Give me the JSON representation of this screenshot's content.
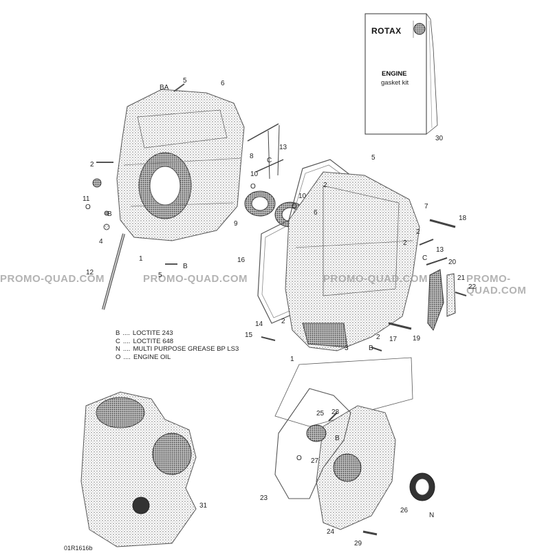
{
  "diagram": {
    "reference_code": "01R1616b",
    "watermark_text": "PROMO-QUAD.COM",
    "kit": {
      "brand": "ROTAX",
      "title": "ENGINE",
      "subtitle": "gasket kit",
      "part_number": "30"
    },
    "legend": [
      {
        "code": "B",
        "text": "LOCTITE 243"
      },
      {
        "code": "C",
        "text": "LOCTITE 648"
      },
      {
        "code": "N",
        "text": "MULTI PURPOSE GREASE BP LS3"
      },
      {
        "code": "O",
        "text": "ENGINE OIL"
      }
    ],
    "callouts": [
      {
        "id": "c1",
        "text": "BA"
      },
      {
        "id": "c2",
        "text": "5"
      },
      {
        "id": "c3",
        "text": "6"
      },
      {
        "id": "c4",
        "text": "2"
      },
      {
        "id": "c5",
        "text": "11"
      },
      {
        "id": "c6",
        "text": "O"
      },
      {
        "id": "c7",
        "text": "B"
      },
      {
        "id": "c8",
        "text": "4"
      },
      {
        "id": "c9",
        "text": "1"
      },
      {
        "id": "c10",
        "text": "12"
      },
      {
        "id": "c11",
        "text": "B"
      },
      {
        "id": "c12",
        "text": "5"
      },
      {
        "id": "c13",
        "text": "8"
      },
      {
        "id": "c14",
        "text": "13"
      },
      {
        "id": "c15",
        "text": "C"
      },
      {
        "id": "c16",
        "text": "10"
      },
      {
        "id": "c17",
        "text": "10"
      },
      {
        "id": "c18",
        "text": "O"
      },
      {
        "id": "c19",
        "text": "O"
      },
      {
        "id": "c20",
        "text": "5"
      },
      {
        "id": "c21",
        "text": "2"
      },
      {
        "id": "c22",
        "text": "6"
      },
      {
        "id": "c23",
        "text": "9"
      },
      {
        "id": "c24",
        "text": "16"
      },
      {
        "id": "c25",
        "text": "7"
      },
      {
        "id": "c26",
        "text": "2"
      },
      {
        "id": "c27",
        "text": "18"
      },
      {
        "id": "c28",
        "text": "2"
      },
      {
        "id": "c29",
        "text": "13"
      },
      {
        "id": "c30",
        "text": "C"
      },
      {
        "id": "c31",
        "text": "20"
      },
      {
        "id": "c32",
        "text": "21"
      },
      {
        "id": "c33",
        "text": "22"
      },
      {
        "id": "c34",
        "text": "14"
      },
      {
        "id": "c35",
        "text": "15"
      },
      {
        "id": "c36",
        "text": "2"
      },
      {
        "id": "c37",
        "text": "19"
      },
      {
        "id": "c38",
        "text": "2"
      },
      {
        "id": "c39",
        "text": "17"
      },
      {
        "id": "c40",
        "text": "3"
      },
      {
        "id": "c41",
        "text": "B"
      },
      {
        "id": "c42",
        "text": "1"
      },
      {
        "id": "c43",
        "text": "25"
      },
      {
        "id": "c44",
        "text": "28"
      },
      {
        "id": "c45",
        "text": "B"
      },
      {
        "id": "c46",
        "text": "O"
      },
      {
        "id": "c47",
        "text": "27"
      },
      {
        "id": "c48",
        "text": "23"
      },
      {
        "id": "c49",
        "text": "31"
      },
      {
        "id": "c50",
        "text": "26"
      },
      {
        "id": "c51",
        "text": "N"
      },
      {
        "id": "c52",
        "text": "24"
      },
      {
        "id": "c53",
        "text": "29"
      }
    ]
  }
}
